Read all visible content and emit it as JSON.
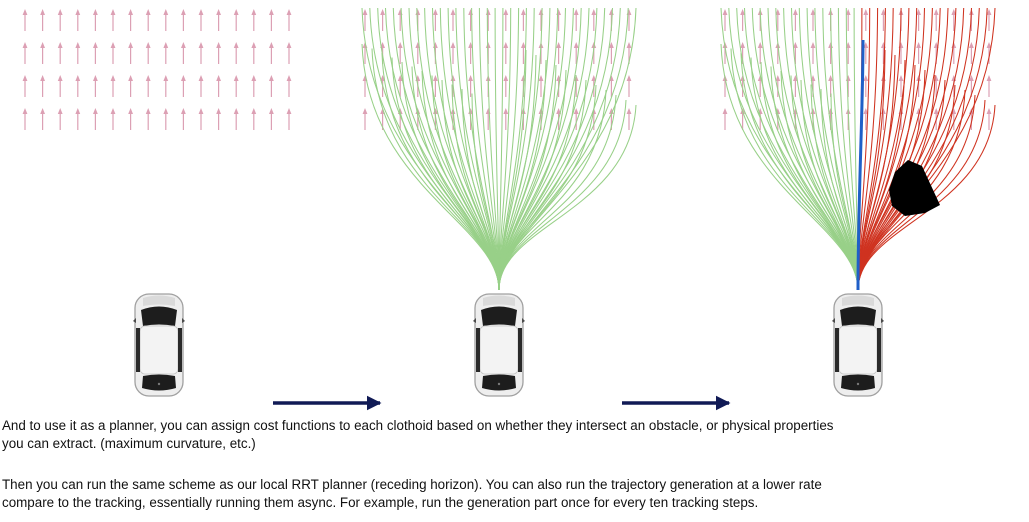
{
  "colors": {
    "vector_field": "#dca0b4",
    "free_path": "#98d088",
    "colliding_path": "#cf3320",
    "selected_path": "#1f5fc8",
    "obstacle": "#000000",
    "arrow": "#101a55",
    "text": "#111111"
  },
  "panels": [
    {
      "name": "vector-field",
      "vector_field": true,
      "clothoids": false,
      "obstacle": false,
      "selected_path": false
    },
    {
      "name": "clothoid-candidates",
      "vector_field": true,
      "clothoids": true,
      "obstacle": false,
      "selected_path": false
    },
    {
      "name": "collision-check",
      "vector_field": true,
      "clothoids": true,
      "obstacle": true,
      "selected_path": true
    }
  ],
  "icons": {
    "car": "car-top-view-icon",
    "transition_arrow": "right-arrow-icon",
    "field_arrow": "up-arrow-icon"
  },
  "captions": {
    "paragraph_1_line_1": "And to use it as a planner, you can assign cost functions to each clothoid based on whether they intersect an obstacle, or physical properties",
    "paragraph_1_line_2": "you can extract. (maximum curvature, etc.)",
    "paragraph_2_line_1": "Then you can run the same scheme as our  local RRT planner (receding horizon). You can also run the trajectory generation at a lower  rate",
    "paragraph_2_line_2": "compare to the tracking, essentially running them async. For example, run the generation part once for every ten tracking steps."
  }
}
